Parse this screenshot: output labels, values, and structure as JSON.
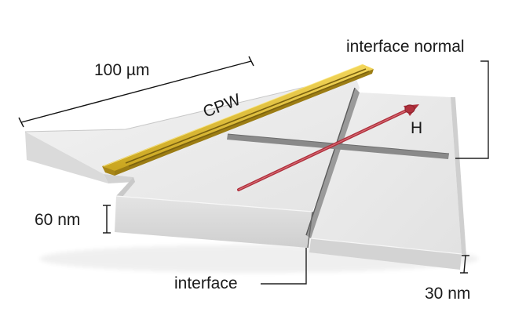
{
  "labels": {
    "length": "100 µm",
    "cpw": "CPW",
    "interface_normal": "interface normal",
    "field": "H",
    "thick_film": "60 nm",
    "thin_film": "30 nm",
    "interface": "interface"
  },
  "colors": {
    "film_top": "#ececec",
    "film_side": "#d9d9d9",
    "film_edge": "#b8b8b8",
    "cpw_gold": "#e8c53a",
    "cpw_dark": "#8f7412",
    "field_arrow": "#b0303c",
    "normal_bar": "#8a8a8a",
    "interface_line": "#5a5a5a",
    "leader": "#222222"
  }
}
